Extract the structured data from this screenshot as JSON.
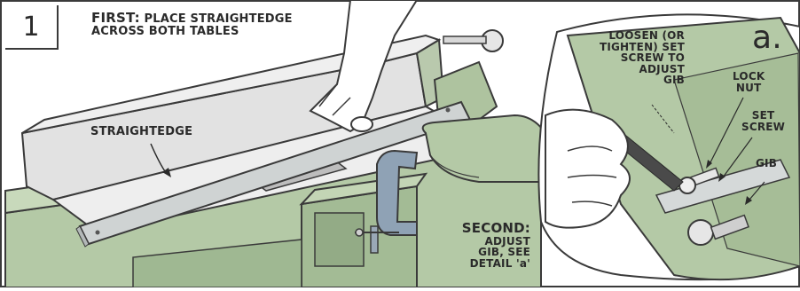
{
  "step_number": "1",
  "first_heading": "FIRST:",
  "first_text_line1": "PLACE STRAIGHTEDGE",
  "first_text_line2": "ACROSS BOTH TABLES",
  "straightedge_label": "STRAIGHTEDGE",
  "second_heading": "SECOND:",
  "second_lines": [
    "ADJUST",
    "GIB, SEE",
    "DETAIL 'a'"
  ],
  "detail_letter": "a.",
  "loosen_lines": [
    "LOOSEN (OR",
    "TIGHTEN) SET",
    "SCREW TO",
    "ADJUST",
    "GIB"
  ],
  "lock_nut_lines": [
    "LOCK",
    "NUT"
  ],
  "set_screw_lines": [
    "SET",
    "SCREW"
  ],
  "gib_label": "GIB",
  "colors": {
    "machine_green": "#b4c9a6",
    "machine_green_dark": "#7f9a72",
    "fence_gray": "#dcdcdc",
    "straightedge": "#cfd3d3",
    "clamp_blue": "#8fa2b5",
    "skin": "#ffffff",
    "ink": "#2a2a2a"
  }
}
